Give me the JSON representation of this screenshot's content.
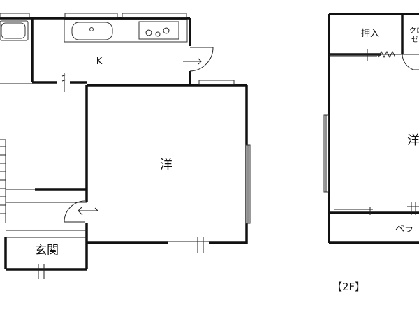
{
  "floor1": {
    "kitchen_label": "K",
    "western_room_label": "洋",
    "entrance_label": "玄関"
  },
  "floor2": {
    "closet_label": "押入",
    "walkin_label_line1": "クロ",
    "walkin_label_line2": "ゼ",
    "western_room_label": "洋",
    "balcony_label": "ベラ",
    "floor_tag": "【2F】"
  },
  "colors": {
    "wall": "#111111",
    "fixture_fill": "#c8c8c8"
  }
}
